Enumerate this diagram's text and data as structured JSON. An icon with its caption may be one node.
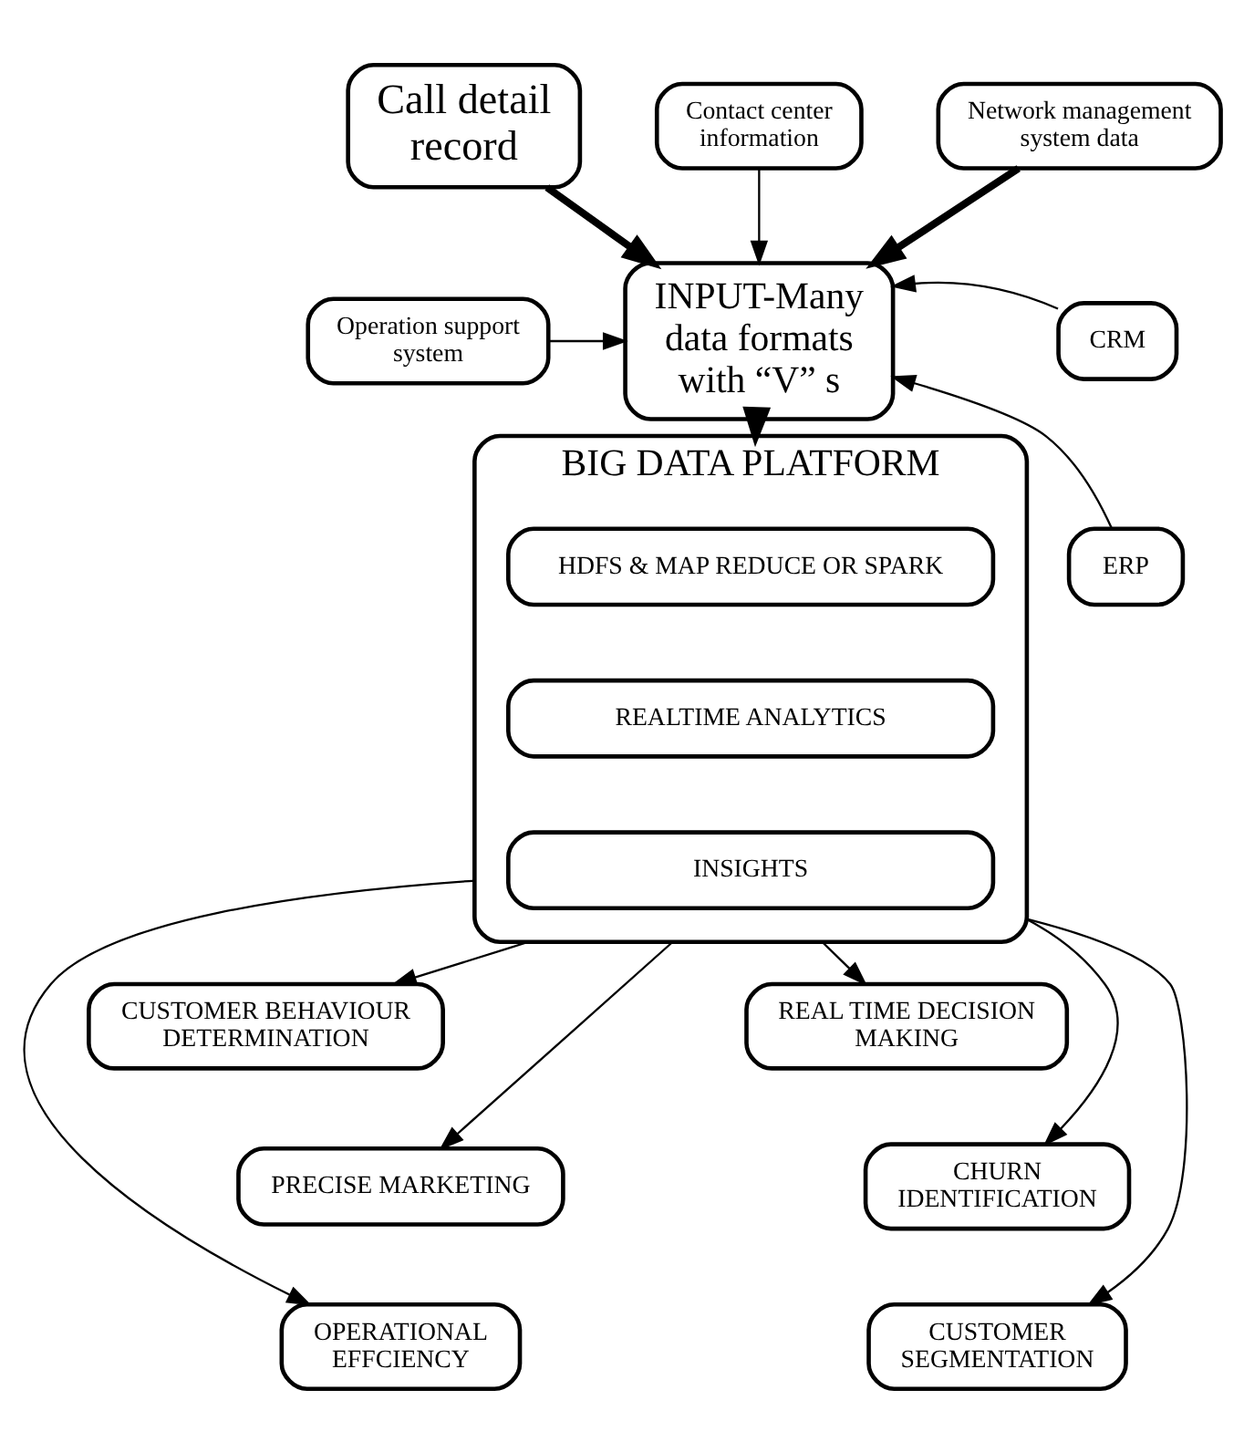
{
  "diagram": {
    "nodes": [
      {
        "text": [
          "Call detail record"
        ]
      },
      {
        "text": [
          "Contact center information"
        ]
      },
      {
        "text": [
          "Network management system data"
        ]
      },
      {
        "text": [
          "Operation support system"
        ]
      },
      {
        "text": [
          "INPUT-Many data formats with “V” s"
        ]
      },
      {
        "text": [
          "CRM"
        ]
      },
      {
        "text": [
          "ERP"
        ]
      },
      {
        "text": [
          "BIG DATA PLATFORM"
        ]
      },
      {
        "text": [
          "HDFS & MAP REDUCE OR SPARK"
        ],
        "in": 7
      },
      {
        "text": [
          "REALTIME ANALYTICS"
        ],
        "in": 7
      },
      {
        "text": [
          "INSIGHTS"
        ],
        "in": 7
      },
      {
        "text": [
          "CUSTOMER BEHAVIOUR DETERMINATION"
        ]
      },
      {
        "text": [
          "REAL TIME DECISION MAKING"
        ]
      },
      {
        "text": [
          "PRECISE MARKETING"
        ]
      },
      {
        "text": [
          "CHURN IDENTIFICATION"
        ]
      },
      {
        "text": [
          "OPERATIONAL EFFCIENCY"
        ]
      },
      {
        "text": [
          "CUSTOMER SEGMENTATION"
        ]
      }
    ],
    "edges": [
      {
        "from": 0,
        "to": 4,
        "arrow": "to",
        "style": "thick"
      },
      {
        "from": 1,
        "to": 4,
        "arrow": "to"
      },
      {
        "from": 2,
        "to": 4,
        "arrow": "to",
        "style": "thick"
      },
      {
        "from": 5,
        "to": 4,
        "arrow": "to"
      },
      {
        "from": 3,
        "to": 4,
        "arrow": "to"
      },
      {
        "from": 6,
        "to": 4,
        "arrow": "to"
      },
      {
        "from": 4,
        "to": 7,
        "arrow": "to",
        "style": "thick"
      },
      {
        "from": 7,
        "to": 11,
        "arrow": "to"
      },
      {
        "from": 7,
        "to": 12,
        "arrow": "to"
      },
      {
        "from": 7,
        "to": 13,
        "arrow": "to"
      },
      {
        "from": 7,
        "to": 14,
        "arrow": "to"
      },
      {
        "from": 7,
        "to": 15,
        "arrow": "to"
      },
      {
        "from": 7,
        "to": 16,
        "arrow": "to"
      }
    ]
  }
}
